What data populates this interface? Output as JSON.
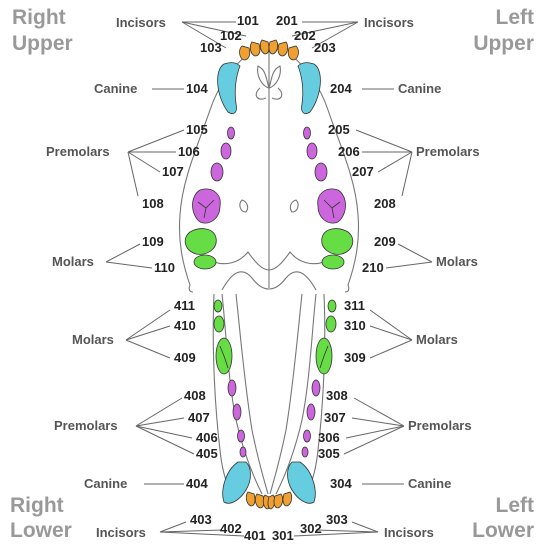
{
  "quadrants": {
    "right_upper": [
      "Right",
      "Upper"
    ],
    "left_upper": [
      "Left",
      "Upper"
    ],
    "right_lower": [
      "Right",
      "Lower"
    ],
    "left_lower": [
      "Left",
      "Lower"
    ]
  },
  "groups": {
    "incisors": "Incisors",
    "canine": "Canine",
    "premolars": "Premolars",
    "molars": "Molars"
  },
  "colors": {
    "incisor": "#f0a030",
    "canine": "#66cce0",
    "premolar": "#cc66dd",
    "molar": "#66dd44",
    "outline": "#333333"
  },
  "teeth": {
    "upper_right": {
      "incisors": [
        "101",
        "102",
        "103"
      ],
      "canine": "104",
      "premolars": [
        "105",
        "106",
        "107",
        "108"
      ],
      "molars": [
        "109",
        "110"
      ]
    },
    "upper_left": {
      "incisors": [
        "201",
        "202",
        "203"
      ],
      "canine": "204",
      "premolars": [
        "205",
        "206",
        "207",
        "208"
      ],
      "molars": [
        "209",
        "210"
      ]
    },
    "lower_left": {
      "incisors": [
        "301",
        "302",
        "303"
      ],
      "canine": "304",
      "premolars": [
        "305",
        "306",
        "307",
        "308"
      ],
      "molars": [
        "309",
        "310",
        "311"
      ]
    },
    "lower_right": {
      "incisors": [
        "401",
        "402",
        "403"
      ],
      "canine": "404",
      "premolars": [
        "405",
        "406",
        "407",
        "408"
      ],
      "molars": [
        "409",
        "410",
        "411"
      ]
    }
  }
}
